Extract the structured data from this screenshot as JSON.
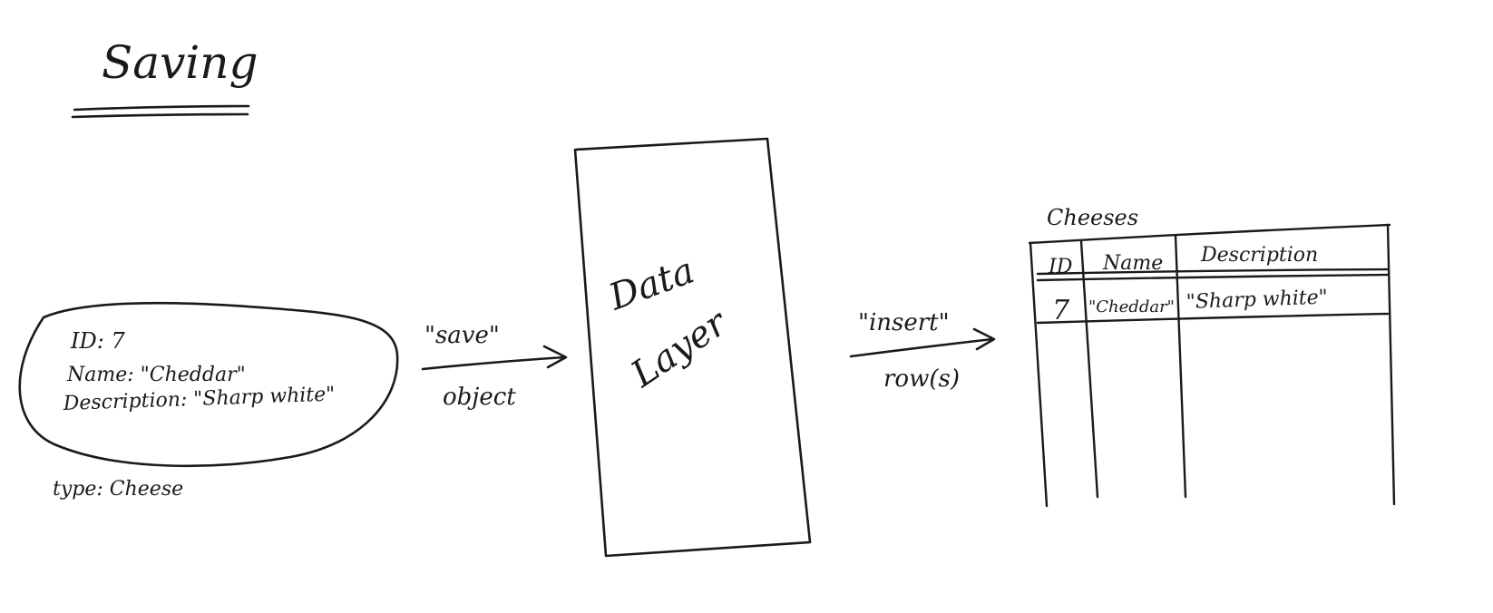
{
  "title": "Saving",
  "object": {
    "id_line": "ID: 7",
    "name_line": "Name: \"Cheddar\"",
    "description_line": "Description: \"Sharp white\"",
    "type_label": "type: Cheese"
  },
  "arrow_save": {
    "top_label": "\"save\"",
    "bottom_label": "object"
  },
  "data_layer": {
    "line1": "Data",
    "line2": "Layer"
  },
  "arrow_insert": {
    "top_label": "\"insert\"",
    "bottom_label": "row(s)"
  },
  "table": {
    "name": "Cheeses",
    "columns": [
      "ID",
      "Name",
      "Description"
    ],
    "rows": [
      [
        "7",
        "\"Cheddar\"",
        "\"Sharp white\""
      ]
    ]
  }
}
